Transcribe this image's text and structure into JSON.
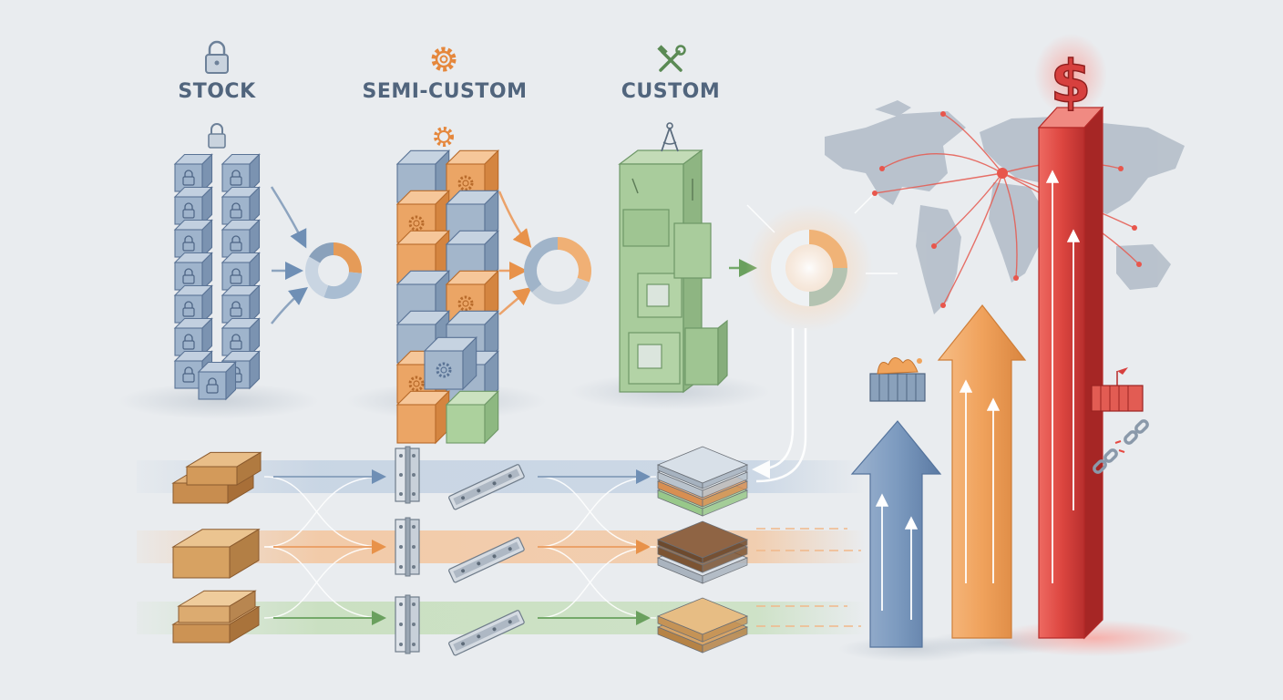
{
  "columns": {
    "stock": {
      "label": "STOCK",
      "icon": "padlock-icon",
      "color": "#8aa1bb"
    },
    "semi_custom": {
      "label": "SEMI-CUSTOM",
      "icon": "gear-icon",
      "color": "#e7a25f"
    },
    "custom": {
      "label": "CUSTOM",
      "icon": "hammer-wrench-icon",
      "color": "#9cbf8f"
    }
  },
  "flows": {
    "blue": "#9fb6d0",
    "orange": "#f1b889",
    "green": "#a9cf9c"
  },
  "cost_arrows": {
    "blue": "#6f8fb5",
    "orange": "#ed9f5a",
    "red": "#d7403e"
  },
  "icons": [
    "dollar-sign-icon",
    "world-map-icon",
    "shipping-container-icon",
    "broken-chain-icon",
    "compass-icon"
  ]
}
